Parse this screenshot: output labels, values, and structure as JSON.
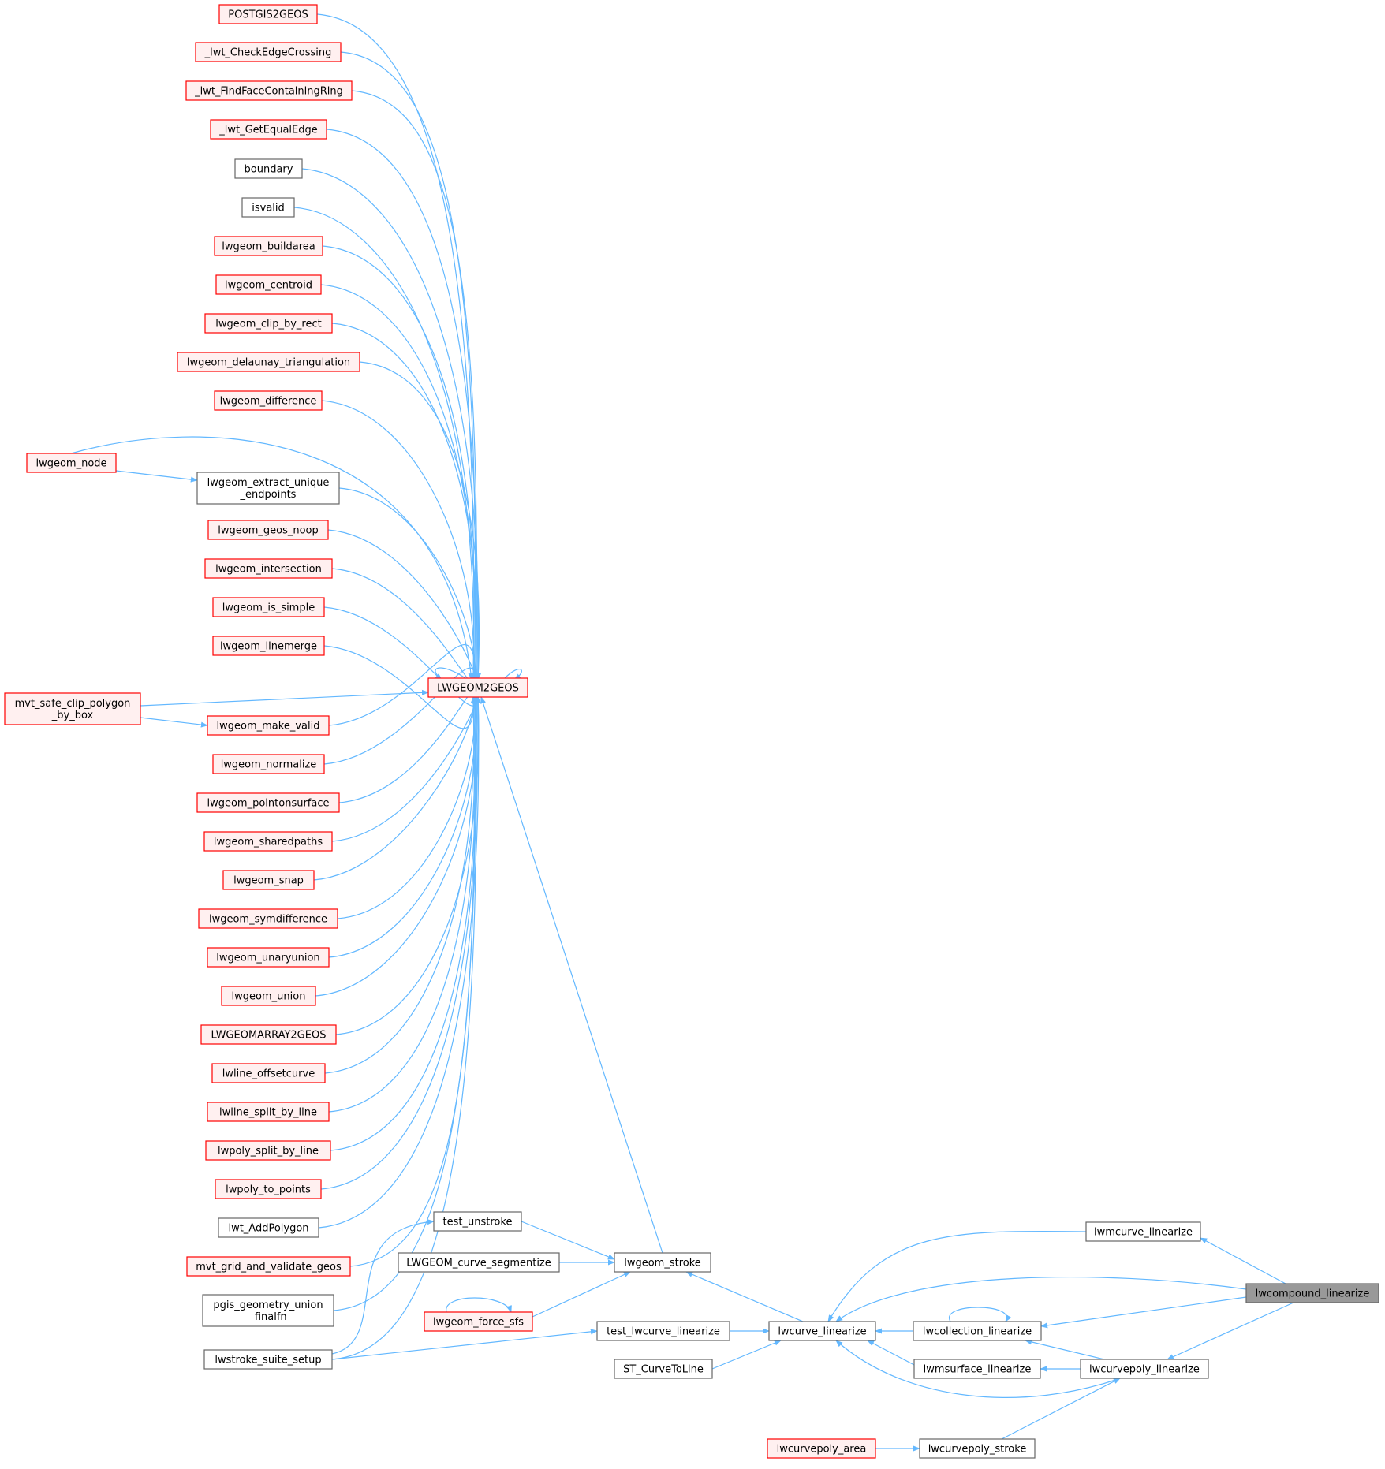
{
  "diagram": {
    "type": "call-graph",
    "colors": {
      "edge": "#63b8ff",
      "red_border": "#ff0000",
      "red_fill": "#fff0f0",
      "gray_border": "#666666",
      "white_fill": "#ffffff",
      "highlight_fill": "#999999",
      "text": "#000000"
    },
    "nodes": [
      {
        "id": "n0",
        "lines": [
          "POSTGIS2GEOS"
        ],
        "style": "red"
      },
      {
        "id": "n1",
        "lines": [
          "_lwt_CheckEdgeCrossing"
        ],
        "style": "red"
      },
      {
        "id": "n2",
        "lines": [
          "_lwt_FindFaceContainingRing"
        ],
        "style": "red"
      },
      {
        "id": "n3",
        "lines": [
          "_lwt_GetEqualEdge"
        ],
        "style": "red"
      },
      {
        "id": "n4",
        "lines": [
          "boundary"
        ],
        "style": "gray"
      },
      {
        "id": "n5",
        "lines": [
          "isvalid"
        ],
        "style": "gray"
      },
      {
        "id": "n6",
        "lines": [
          "lwgeom_buildarea"
        ],
        "style": "red"
      },
      {
        "id": "n7",
        "lines": [
          "lwgeom_centroid"
        ],
        "style": "red"
      },
      {
        "id": "n8",
        "lines": [
          "lwgeom_clip_by_rect"
        ],
        "style": "red"
      },
      {
        "id": "n9",
        "lines": [
          "lwgeom_delaunay_triangulation"
        ],
        "style": "red"
      },
      {
        "id": "n10",
        "lines": [
          "lwgeom_difference"
        ],
        "style": "red"
      },
      {
        "id": "n11",
        "lines": [
          "lwgeom_node"
        ],
        "style": "red"
      },
      {
        "id": "n12",
        "lines": [
          "lwgeom_extract_unique",
          "_endpoints"
        ],
        "style": "gray"
      },
      {
        "id": "n13",
        "lines": [
          "lwgeom_geos_noop"
        ],
        "style": "red"
      },
      {
        "id": "n14",
        "lines": [
          "lwgeom_intersection"
        ],
        "style": "red"
      },
      {
        "id": "n15",
        "lines": [
          "lwgeom_is_simple"
        ],
        "style": "red"
      },
      {
        "id": "n16",
        "lines": [
          "lwgeom_linemerge"
        ],
        "style": "red"
      },
      {
        "id": "n17",
        "lines": [
          "LWGEOM2GEOS"
        ],
        "style": "red"
      },
      {
        "id": "n18",
        "lines": [
          "mvt_safe_clip_polygon",
          "_by_box"
        ],
        "style": "red"
      },
      {
        "id": "n19",
        "lines": [
          "lwgeom_make_valid"
        ],
        "style": "red"
      },
      {
        "id": "n20",
        "lines": [
          "lwgeom_normalize"
        ],
        "style": "red"
      },
      {
        "id": "n21",
        "lines": [
          "lwgeom_pointonsurface"
        ],
        "style": "red"
      },
      {
        "id": "n22",
        "lines": [
          "lwgeom_sharedpaths"
        ],
        "style": "red"
      },
      {
        "id": "n23",
        "lines": [
          "lwgeom_snap"
        ],
        "style": "red"
      },
      {
        "id": "n24",
        "lines": [
          "lwgeom_symdifference"
        ],
        "style": "red"
      },
      {
        "id": "n25",
        "lines": [
          "lwgeom_unaryunion"
        ],
        "style": "red"
      },
      {
        "id": "n26",
        "lines": [
          "lwgeom_union"
        ],
        "style": "red"
      },
      {
        "id": "n27",
        "lines": [
          "LWGEOMARRAY2GEOS"
        ],
        "style": "red"
      },
      {
        "id": "n28",
        "lines": [
          "lwline_offsetcurve"
        ],
        "style": "red"
      },
      {
        "id": "n29",
        "lines": [
          "lwline_split_by_line"
        ],
        "style": "red"
      },
      {
        "id": "n30",
        "lines": [
          "lwpoly_split_by_line"
        ],
        "style": "red"
      },
      {
        "id": "n31",
        "lines": [
          "lwpoly_to_points"
        ],
        "style": "red"
      },
      {
        "id": "n32",
        "lines": [
          "lwt_AddPolygon"
        ],
        "style": "gray"
      },
      {
        "id": "n33",
        "lines": [
          "mvt_grid_and_validate_geos"
        ],
        "style": "red"
      },
      {
        "id": "n34",
        "lines": [
          "pgis_geometry_union",
          "_finalfn"
        ],
        "style": "gray"
      },
      {
        "id": "n35",
        "lines": [
          "lwstroke_suite_setup"
        ],
        "style": "gray"
      },
      {
        "id": "n36",
        "lines": [
          "test_unstroke"
        ],
        "style": "gray"
      },
      {
        "id": "n37",
        "lines": [
          "LWGEOM_curve_segmentize"
        ],
        "style": "gray"
      },
      {
        "id": "n38",
        "lines": [
          "lwgeom_stroke"
        ],
        "style": "gray"
      },
      {
        "id": "n39",
        "lines": [
          "lwgeom_force_sfs"
        ],
        "style": "red"
      },
      {
        "id": "n40",
        "lines": [
          "test_lwcurve_linearize"
        ],
        "style": "gray"
      },
      {
        "id": "n41",
        "lines": [
          "ST_CurveToLine"
        ],
        "style": "gray"
      },
      {
        "id": "n42",
        "lines": [
          "lwcurve_linearize"
        ],
        "style": "gray"
      },
      {
        "id": "n43",
        "lines": [
          "lwmcurve_linearize"
        ],
        "style": "gray"
      },
      {
        "id": "n44",
        "lines": [
          "lwcollection_linearize"
        ],
        "style": "gray"
      },
      {
        "id": "n45",
        "lines": [
          "lwmsurface_linearize"
        ],
        "style": "gray"
      },
      {
        "id": "n46",
        "lines": [
          "lwcurvepoly_linearize"
        ],
        "style": "gray"
      },
      {
        "id": "n47",
        "lines": [
          "lwcompound_linearize"
        ],
        "style": "highlight"
      },
      {
        "id": "n48",
        "lines": [
          "lwcurvepoly_area"
        ],
        "style": "red"
      },
      {
        "id": "n49",
        "lines": [
          "lwcurvepoly_stroke"
        ],
        "style": "gray"
      }
    ]
  }
}
